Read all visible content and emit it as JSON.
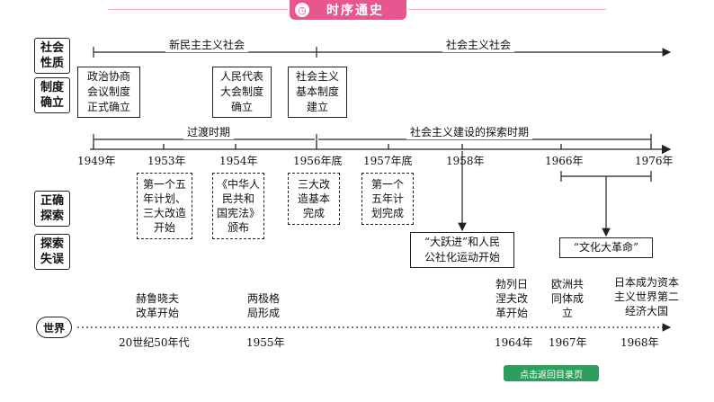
{
  "header": {
    "title": "时序通史"
  },
  "row_labels": {
    "social_nature": "社会\n性质",
    "system_establish": "制度\n确立",
    "correct_explore": "正确\n探索",
    "explore_mistake": "探索\n失误",
    "world": "世界"
  },
  "eras": {
    "new_democracy": "新民主主义社会",
    "socialism": "社会主义社会",
    "transition": "过渡时期",
    "exploration": "社会主义建设的探索时期"
  },
  "systems": [
    "政治协商\n会议制度\n正式确立",
    "人民代表\n大会制度\n确立",
    "社会主义\n基本制度\n建立"
  ],
  "years": [
    "1949年",
    "1953年",
    "1954年",
    "1956年底",
    "1957年底",
    "1958年",
    "1966年",
    "1976年"
  ],
  "correct": [
    "第一个五\n年计划、\n三大改造\n开始",
    "《中华人\n民共和\n国宪法》\n颁布",
    "三大改\n造基本\n完成",
    "第一个\n五年计\n划完成"
  ],
  "mistakes": {
    "great_leap": "“大跃进”和人民\n公社化运动开始",
    "cultural_revolution": "“文化大革命”"
  },
  "world_events": [
    {
      "text": "赫鲁晓夫\n改革开始",
      "year": "20世纪50年代"
    },
    {
      "text": "两极格\n局形成",
      "year": "1955年"
    },
    {
      "text": "勃列日\n涅夫改\n革开始",
      "year": "1964年"
    },
    {
      "text": "欧洲共\n同体成\n立",
      "year": "1967年"
    },
    {
      "text": "日本成为资本\n主义世界第二\n经济大国",
      "year": "1968年"
    }
  ],
  "footer": {
    "back_button": "点击返回目录页"
  },
  "colors": {
    "accent": "#e7568e",
    "button": "#2e9e5e"
  }
}
